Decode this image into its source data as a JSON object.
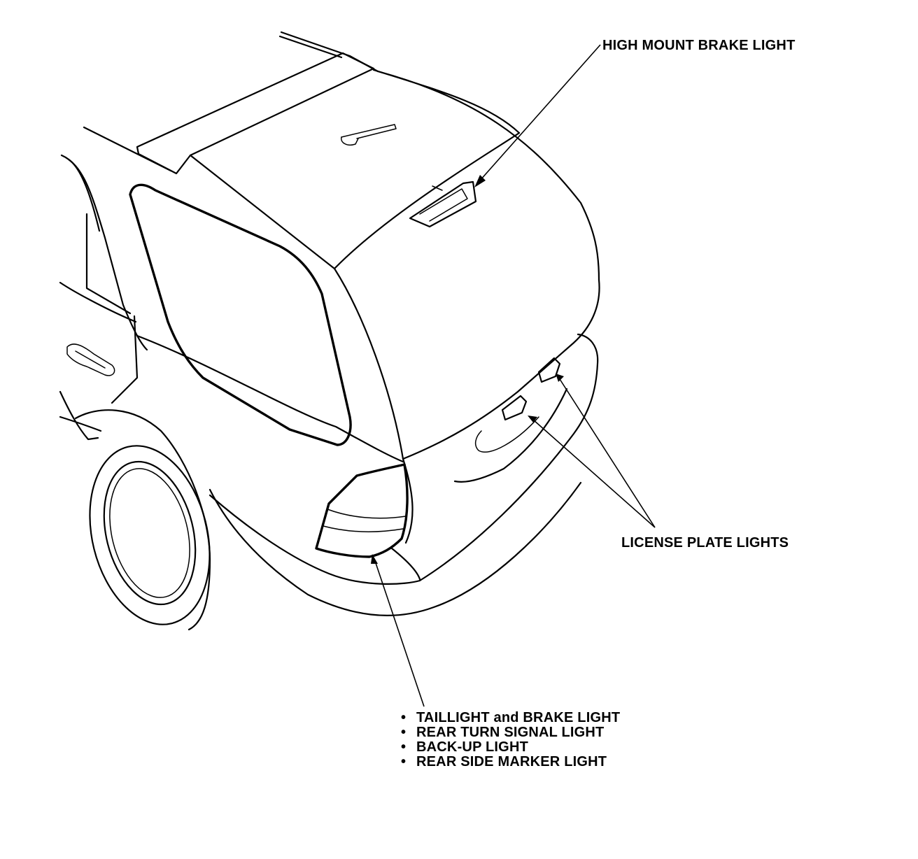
{
  "labels": {
    "high_mount_brake_light": "HIGH MOUNT BRAKE LIGHT",
    "license_plate_lights": "LICENSE PLATE LIGHTS",
    "rear_combination_items": [
      "TAILLIGHT and BRAKE LIGHT",
      "REAR TURN SIGNAL LIGHT",
      "BACK-UP LIGHT",
      "REAR SIDE MARKER LIGHT"
    ]
  }
}
